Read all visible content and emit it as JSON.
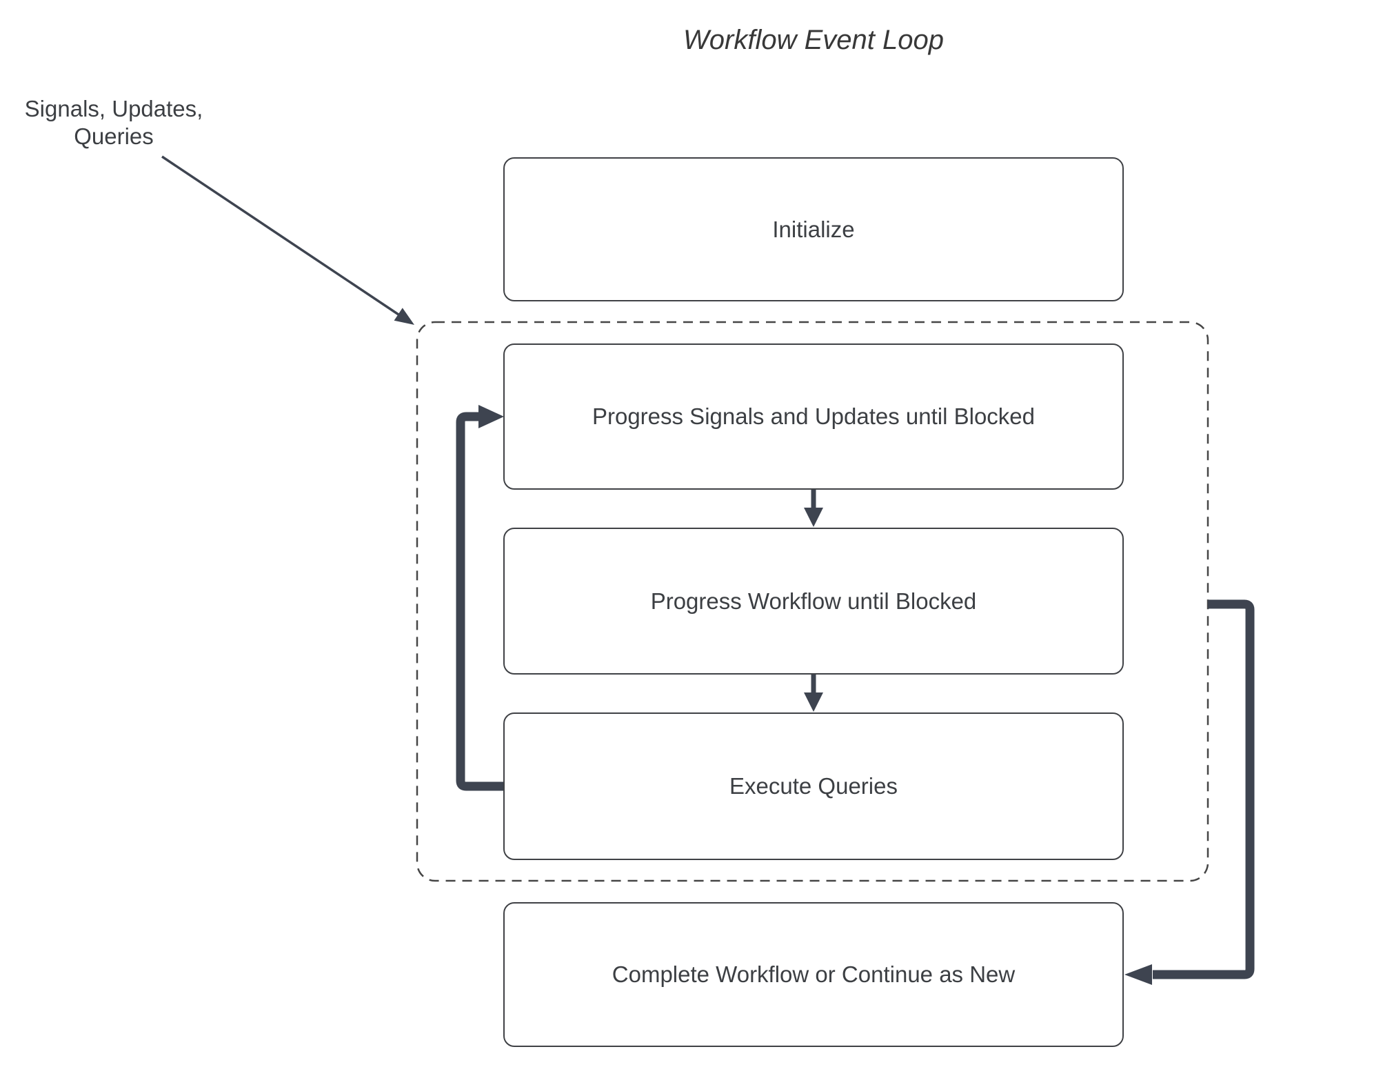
{
  "diagram": {
    "title": "Workflow Event Loop",
    "external_input_label": "Signals, Updates,\nQueries",
    "nodes": {
      "initialize": "Initialize",
      "progress_signals": "Progress Signals and Updates until Blocked",
      "progress_workflow": "Progress Workflow until Blocked",
      "execute_queries": "Execute Queries",
      "complete": "Complete Workflow or Continue as New"
    },
    "colors": {
      "background": "#ffffff",
      "connector": "#3e4450",
      "border": "#3f4145",
      "text": "#3c3f43"
    }
  }
}
